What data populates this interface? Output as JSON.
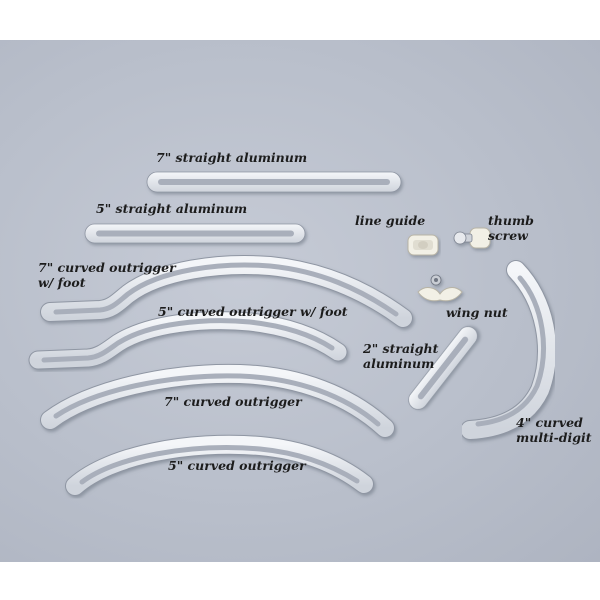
{
  "labels": {
    "straight7": "7\" straight aluminum",
    "straight5": "5\" straight aluminum",
    "line_guide": "line guide",
    "thumb_screw": [
      "thumb",
      "screw"
    ],
    "curved7_foot": [
      "7\" curved outrigger",
      "w/ foot"
    ],
    "curved5_foot": "5\" curved outrigger w/ foot",
    "wing_nut": "wing nut",
    "straight2": [
      "2\" straight",
      "aluminum"
    ],
    "curved7": "7\" curved outrigger",
    "curved4": [
      "4\" curved",
      "multi-digit"
    ],
    "curved5": "5\" curved outrigger"
  },
  "colors": {
    "background": "#b9bfcb",
    "metal": "#e4e7ec",
    "metal_edge": "#8f96a3",
    "slot": "#a9afbb",
    "plastic": "#f2f0e6"
  }
}
